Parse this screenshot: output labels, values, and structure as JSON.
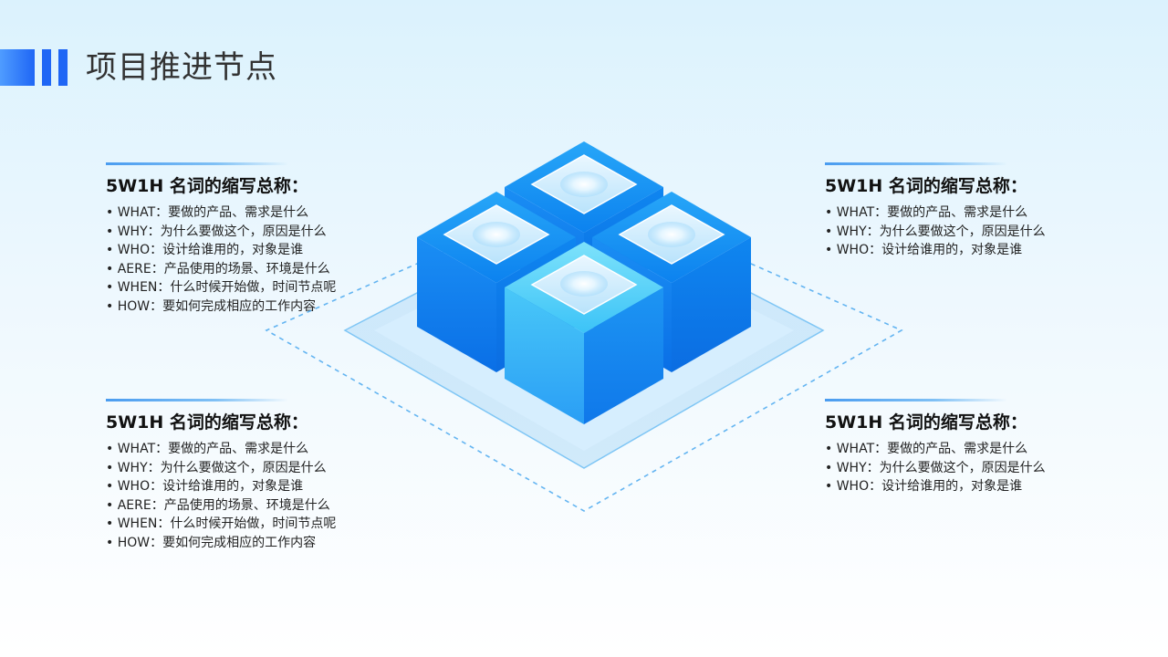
{
  "header": {
    "title": "项目推进节点"
  },
  "blocks": [
    {
      "heading": "5W1H 名词的缩写总称：",
      "items": [
        "WHAT：要做的产品、需求是什么",
        "WHY：为什么要做这个，原因是什么",
        "WHO：设计给谁用的，对象是谁",
        "AERE：产品使用的场景、环境是什么",
        "WHEN：什么时候开始做，时间节点呢",
        "HOW：要如何完成相应的工作内容"
      ]
    },
    {
      "heading": "5W1H 名词的缩写总称：",
      "items": [
        "WHAT：要做的产品、需求是什么",
        "WHY：为什么要做这个，原因是什么",
        "WHO：设计给谁用的，对象是谁",
        "AERE：产品使用的场景、环境是什么",
        "WHEN：什么时候开始做，时间节点呢",
        "HOW：要如何完成相应的工作内容"
      ]
    },
    {
      "heading": "5W1H 名词的缩写总称：",
      "items": [
        "WHAT：要做的产品、需求是什么",
        "WHY：为什么要做这个，原因是什么",
        "WHO：设计给谁用的，对象是谁"
      ]
    },
    {
      "heading": "5W1H 名词的缩写总称：",
      "items": [
        "WHAT：要做的产品、需求是什么",
        "WHY：为什么要做这个，原因是什么",
        "WHO：设计给谁用的，对象是谁"
      ]
    }
  ],
  "colors": {
    "accent": "#1f66f5",
    "cube_dark": "#0a73ea",
    "cube_light": "#43c6f7",
    "glow": "#ffffff"
  },
  "icon": "isometric-cube-cluster"
}
